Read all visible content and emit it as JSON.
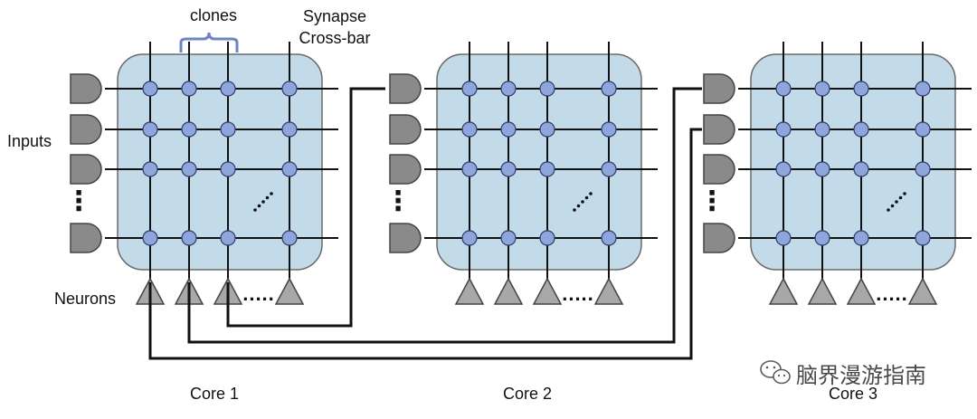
{
  "labels": {
    "clones": "clones",
    "synapse_line1": "Synapse",
    "synapse_line2": "Cross-bar",
    "inputs": "Inputs",
    "neurons": "Neurons",
    "vdots": "⋮",
    "dots": "....."
  },
  "cores": [
    {
      "name": "Core 1"
    },
    {
      "name": "Core 2"
    },
    {
      "name": "Core 3"
    }
  ],
  "watermark": {
    "icon": "wechat-icon",
    "text": "脑界漫游指南"
  },
  "colors": {
    "core_fill": "#c3dbe8",
    "synapse": "#8fa6dc",
    "input_gate": "#8a8a8a",
    "neuron": "#a8a8a8",
    "wire": "#111111",
    "brace": "#6f84c0"
  }
}
